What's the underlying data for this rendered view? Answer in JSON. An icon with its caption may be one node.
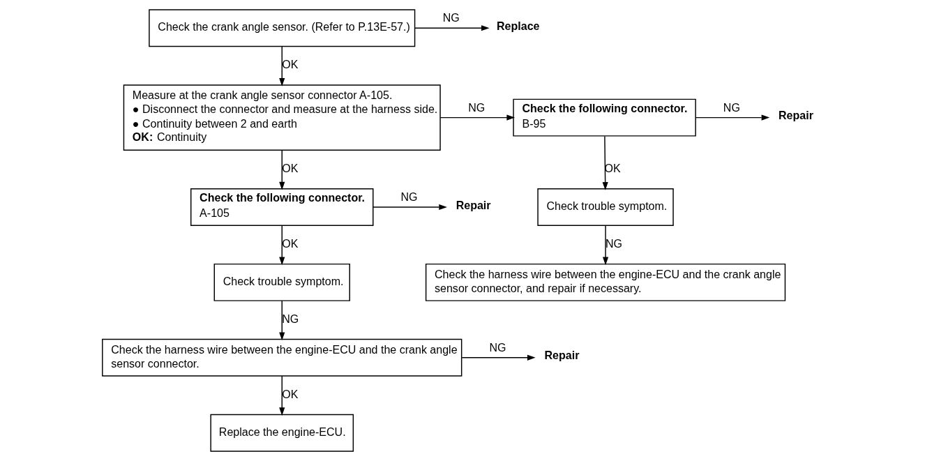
{
  "diagram": {
    "nodes": [
      {
        "text": [
          "Check the crank angle sensor. (Refer to P.13E-57.)"
        ]
      },
      {
        "text": [
          "Replace"
        ]
      },
      {
        "text": [
          "Measure at the crank angle sensor connector A-105.",
          "● Disconnect the connector and measure at the harness side.",
          "● Continuity between 2 and earth",
          "**OK:** Continuity"
        ]
      },
      {
        "text": [
          "Check the following connector.",
          "B-95"
        ]
      },
      {
        "text": [
          "Check trouble symptom."
        ]
      },
      {
        "text": [
          "Repair"
        ]
      },
      {
        "text": [
          "Check the harness wire between the engine-ECU and the crank angle sensor connector, and repair if necessary."
        ]
      },
      {
        "text": [
          "Check the following connector.",
          "A-105"
        ]
      },
      {
        "text": [
          "Repair"
        ]
      },
      {
        "text": [
          "Check trouble symptom."
        ]
      },
      {
        "text": [
          "Check the harness wire between the engine-ECU and the crank angle sensor connector."
        ]
      },
      {
        "text": [
          "Repair"
        ]
      },
      {
        "text": [
          "Replace the engine-ECU."
        ]
      }
    ],
    "edges": [
      {
        "from": 0,
        "to": 1,
        "arrow": "to",
        "label": "NG"
      },
      {
        "from": 0,
        "to": 2,
        "arrow": "to",
        "label": "OK"
      },
      {
        "from": 2,
        "to": 3,
        "arrow": "to",
        "label": "NG"
      },
      {
        "from": 3,
        "to": 4,
        "arrow": "to",
        "label": "OK"
      },
      {
        "from": 3,
        "to": 5,
        "arrow": "to",
        "label": "NG"
      },
      {
        "from": 4,
        "to": 6,
        "arrow": "to",
        "label": "NG"
      },
      {
        "from": 2,
        "to": 7,
        "arrow": "to",
        "label": "OK"
      },
      {
        "from": 7,
        "to": 8,
        "arrow": "to",
        "label": "NG"
      },
      {
        "from": 7,
        "to": 9,
        "arrow": "to",
        "label": "OK"
      },
      {
        "from": 9,
        "to": 10,
        "arrow": "to",
        "label": "NG"
      },
      {
        "from": 10,
        "to": 11,
        "arrow": "to",
        "label": "NG"
      },
      {
        "from": 10,
        "to": 12,
        "arrow": "to",
        "label": "OK"
      }
    ]
  }
}
